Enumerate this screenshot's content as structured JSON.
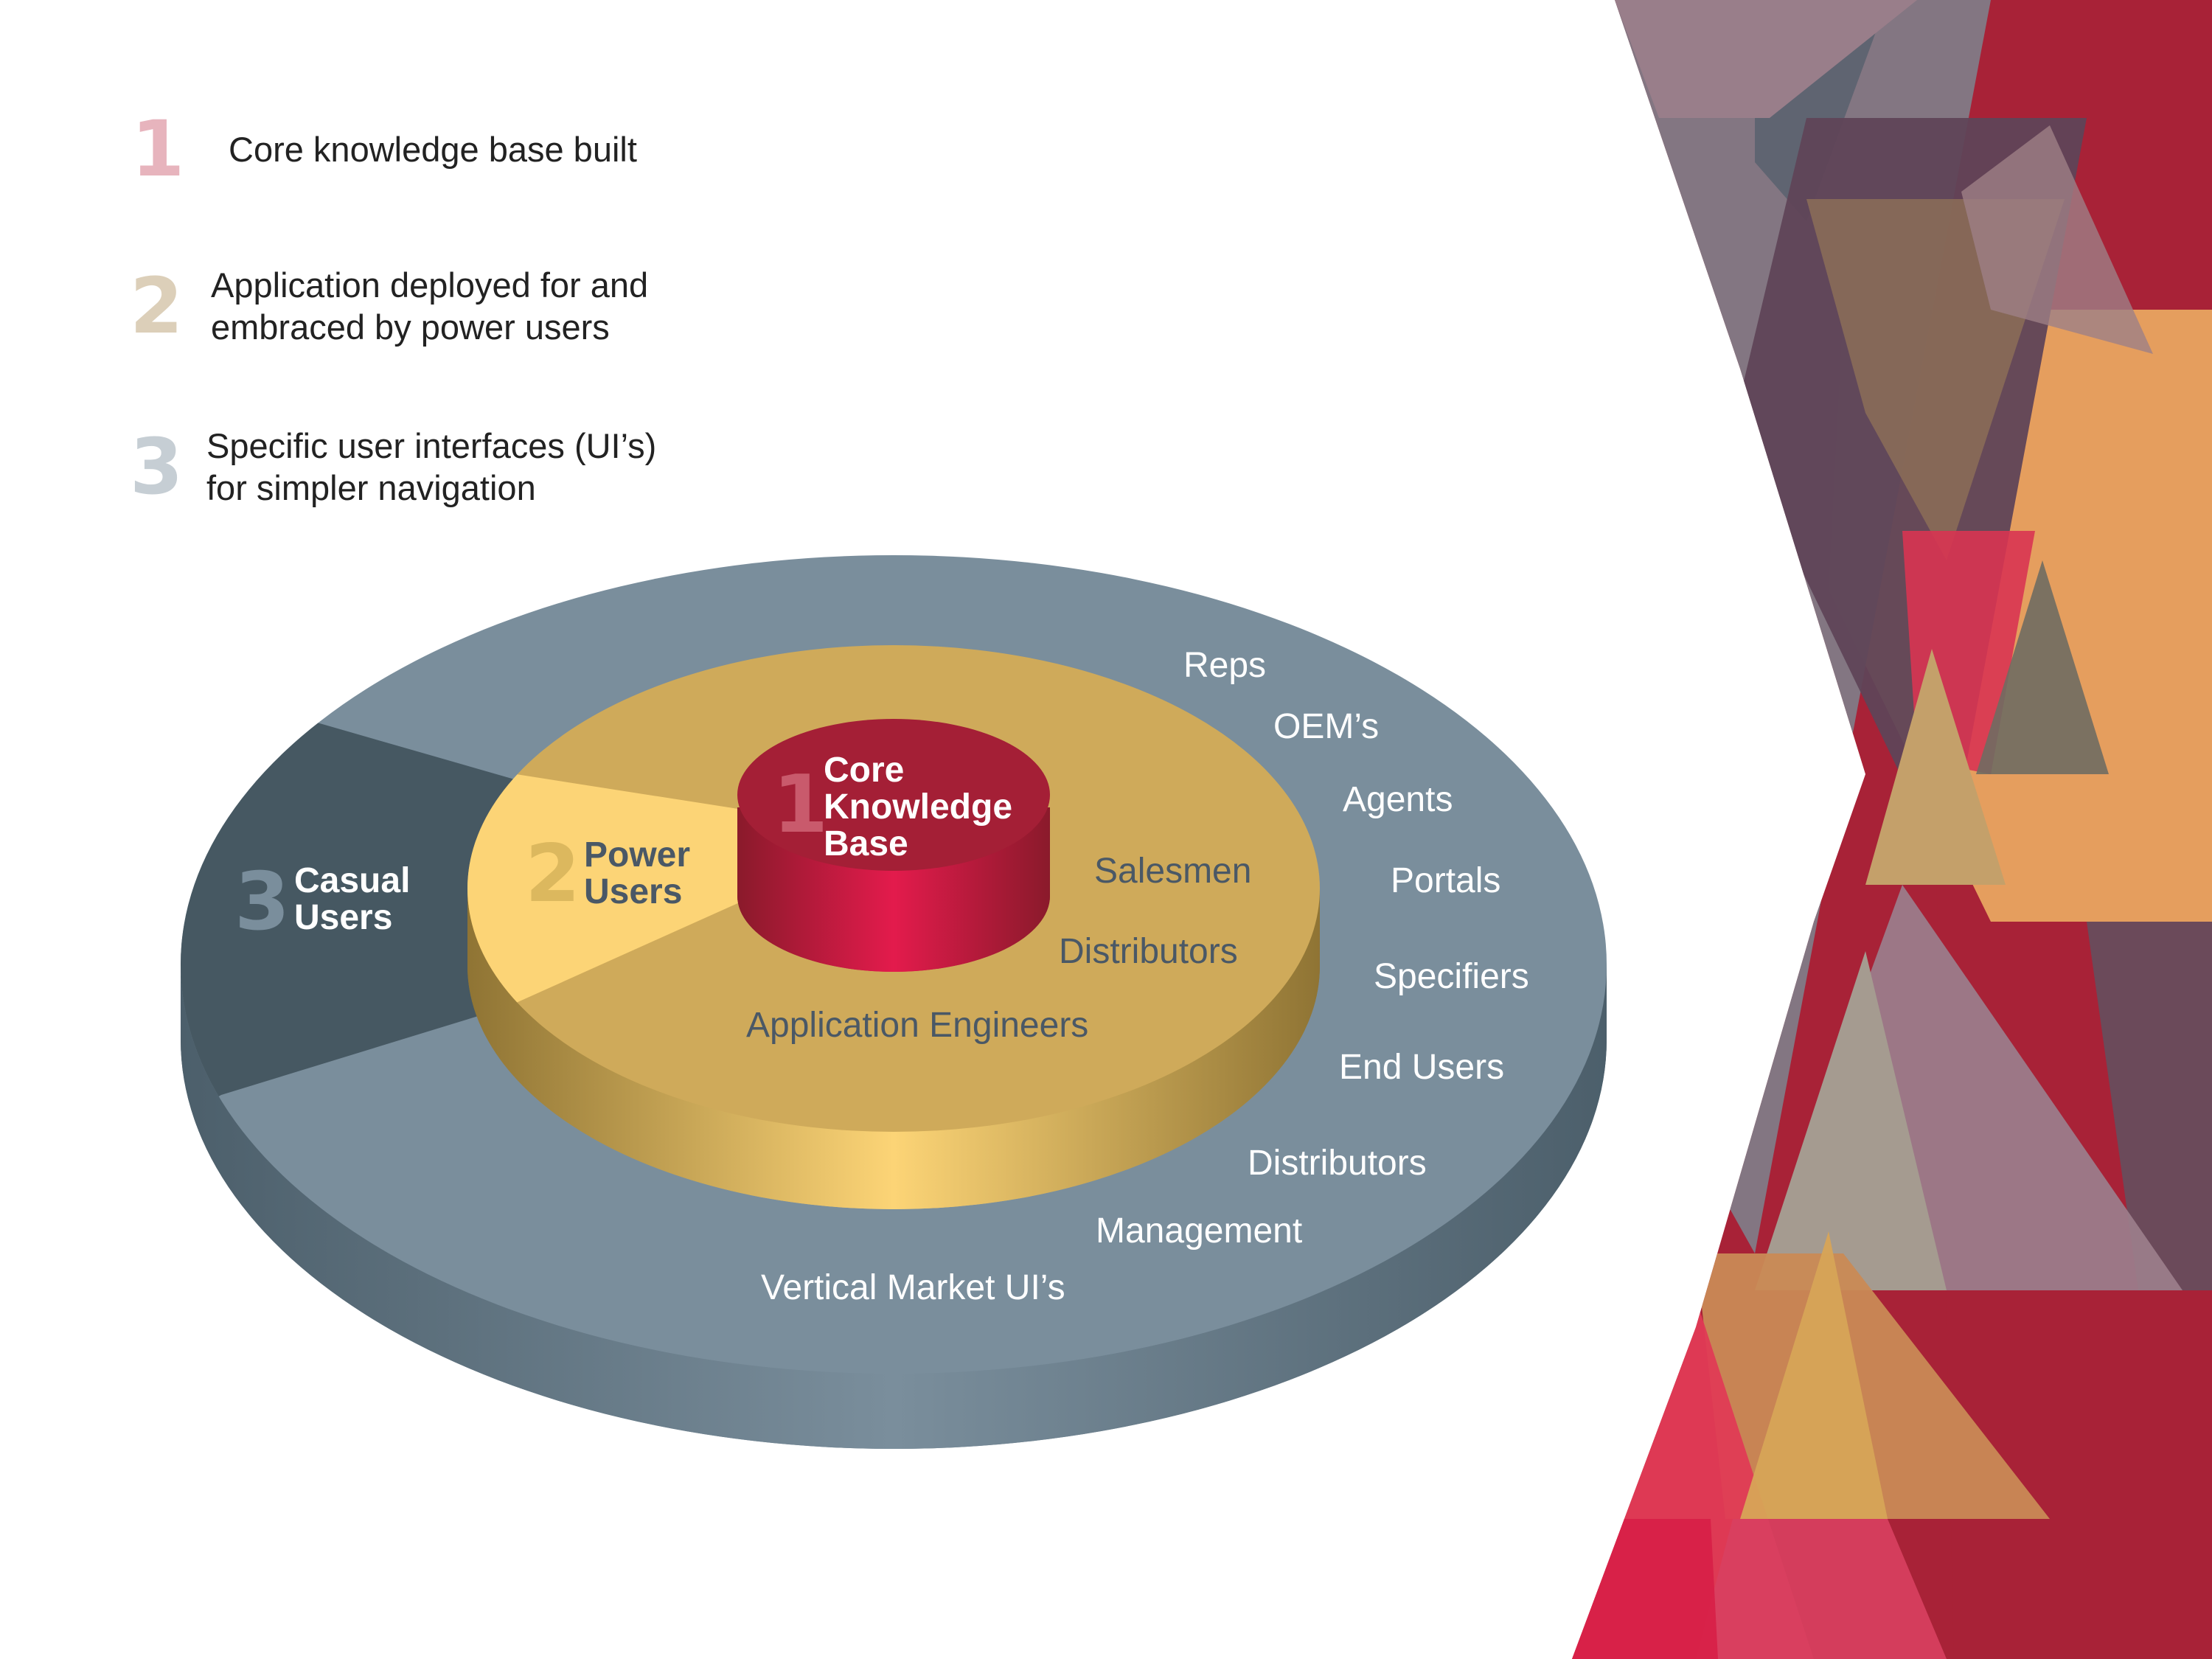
{
  "legend": [
    {
      "number": "1",
      "lines": [
        "Core knowledge base built"
      ],
      "color": "#e7b4bd"
    },
    {
      "number": "2",
      "lines": [
        "Application deployed for and",
        "embraced by power users"
      ],
      "color": "#dccfb9"
    },
    {
      "number": "3",
      "lines": [
        "Specific user interfaces (UI’s)",
        "for simpler navigation"
      ],
      "color": "#c6ced4"
    }
  ],
  "diagram": {
    "core": {
      "number": "1",
      "title_lines": [
        "Core",
        "Knowledge",
        "Base"
      ]
    },
    "power": {
      "number": "2",
      "title_lines": [
        "Power",
        "Users"
      ],
      "members": [
        "Salesmen",
        "Distributors",
        "Application Engineers"
      ]
    },
    "casual": {
      "number": "3",
      "title_lines": [
        "Casual",
        "Users"
      ],
      "members": [
        "Reps",
        "OEM’s",
        "Agents",
        "Portals",
        "Specifiers",
        "End Users",
        "Distributors",
        "Management",
        "Vertical Market UI’s"
      ]
    }
  },
  "colors": {
    "outer_ring": "#7a8e9c",
    "outer_ring_dark_wedge": "#465862",
    "middle_ring": "#cfaa5a",
    "middle_ring_light_wedge": "#fcd476",
    "core": "#a41f36",
    "core_side": "#e31b4c",
    "accent_red": "#a82237"
  }
}
